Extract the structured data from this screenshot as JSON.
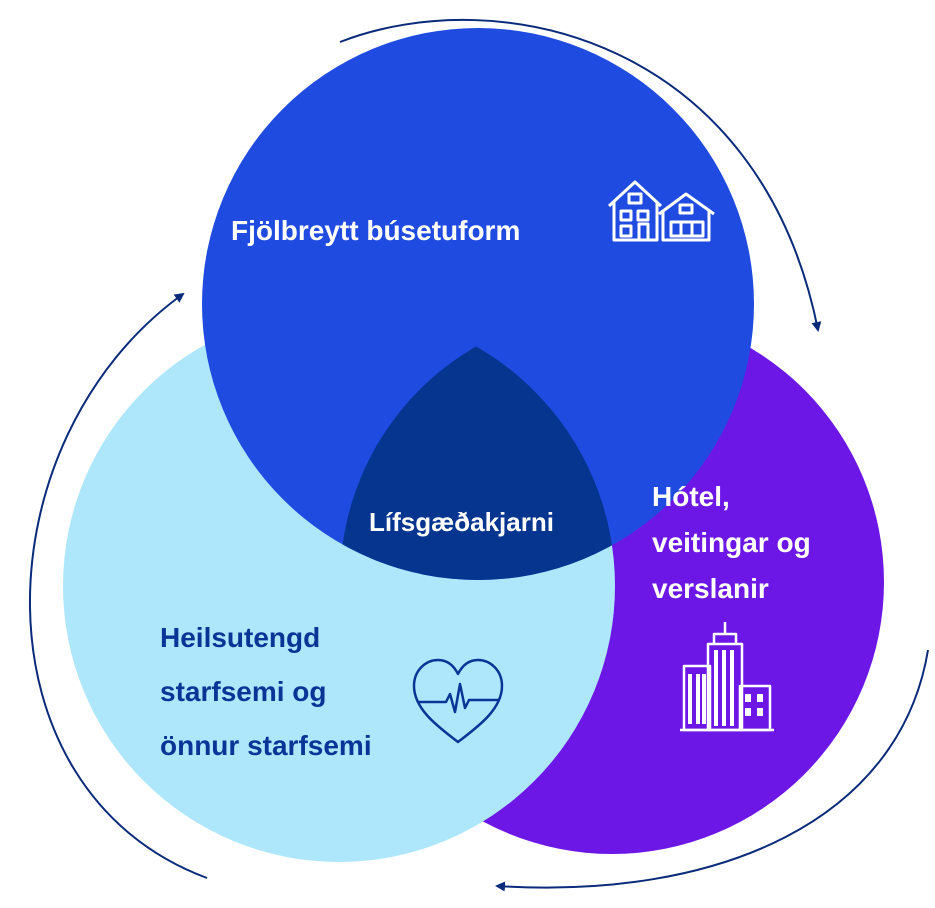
{
  "colors": {
    "top_circle": "#1f4be0",
    "right_circle": "#6d17e6",
    "left_circle": "#aee7fb",
    "center": "#06358f",
    "arrow": "#0a2a7a",
    "white_text": "#ffffff",
    "dark_text": "#0a3596"
  },
  "top": {
    "label": "Fjölbreytt búsetuform",
    "icon": "houses-icon"
  },
  "center": {
    "label": "Lífsgæðakjarni"
  },
  "right": {
    "lines": [
      "Hótel,",
      "veitingar og",
      "verslanir"
    ],
    "icon": "office-buildings-icon"
  },
  "left": {
    "lines": [
      "Heilsutengd",
      "starfsemi og",
      "önnur starfsemi"
    ],
    "icon": "heart-pulse-icon"
  },
  "arrows": [
    "clockwise-top-right",
    "clockwise-bottom",
    "clockwise-left"
  ]
}
